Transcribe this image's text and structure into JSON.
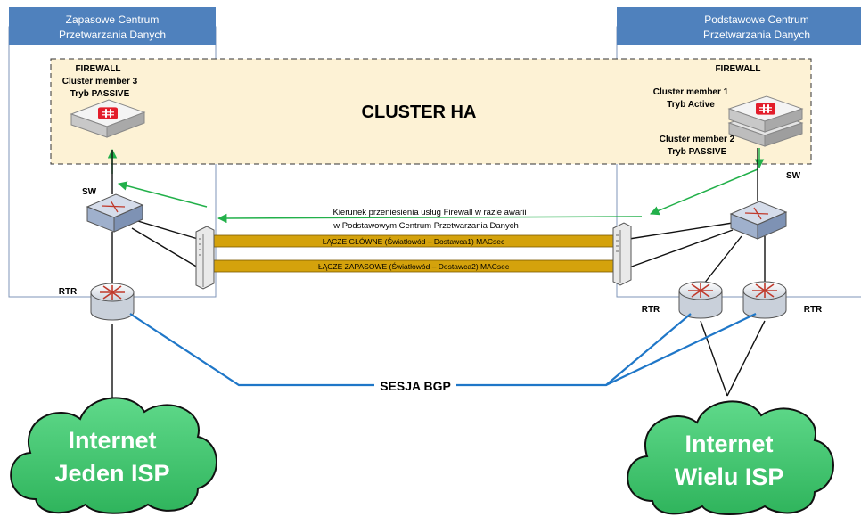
{
  "datacenters": {
    "left": {
      "title_line1": "Zapasowe Centrum",
      "title_line2": "Przetwarzania Danych"
    },
    "right": {
      "title_line1": "Podstawowe Centrum",
      "title_line2": "Przetwarzania Danych"
    }
  },
  "cluster": {
    "label": "CLUSTER HA"
  },
  "firewalls": {
    "left": {
      "title": "FIREWALL",
      "line1": "Cluster member 3",
      "line2": "Tryb PASSIVE"
    },
    "right": {
      "title": "FIREWALL",
      "member1_line1": "Cluster member 1",
      "member1_line2": "Tryb Active",
      "member2_line1": "Cluster member 2",
      "member2_line2": "Tryb PASSIVE"
    }
  },
  "labels": {
    "sw_left": "SW",
    "sw_right": "SW",
    "rtr_left": "RTR",
    "rtr_right": "RTR"
  },
  "failover_note": {
    "line1": "Kierunek przeniesienia usług Firewall w razie awarii",
    "line2": "w Podstawowym Centrum Przetwarzania Danych"
  },
  "links": {
    "primary": "ŁĄCZE GŁÓWNE (Światłowód – Dostawca1) MACsec",
    "backup": "ŁĄCZE ZAPASOWE (Światłowód – Dostawca2) MACsec"
  },
  "bgp": {
    "label": "SESJA BGP"
  },
  "clouds": {
    "left": {
      "line1": "Internet",
      "line2": "Jeden ISP"
    },
    "right": {
      "line1": "Internet",
      "line2": "Wielu ISP"
    }
  },
  "colors": {
    "header_blue": "#4f81bd",
    "cluster_fill": "#fdf2d5",
    "arrow_green": "#22b04a",
    "bgp_blue": "#1f77c8",
    "link_gold": "#d4a20c",
    "cloud_green": "#3cc36a"
  }
}
